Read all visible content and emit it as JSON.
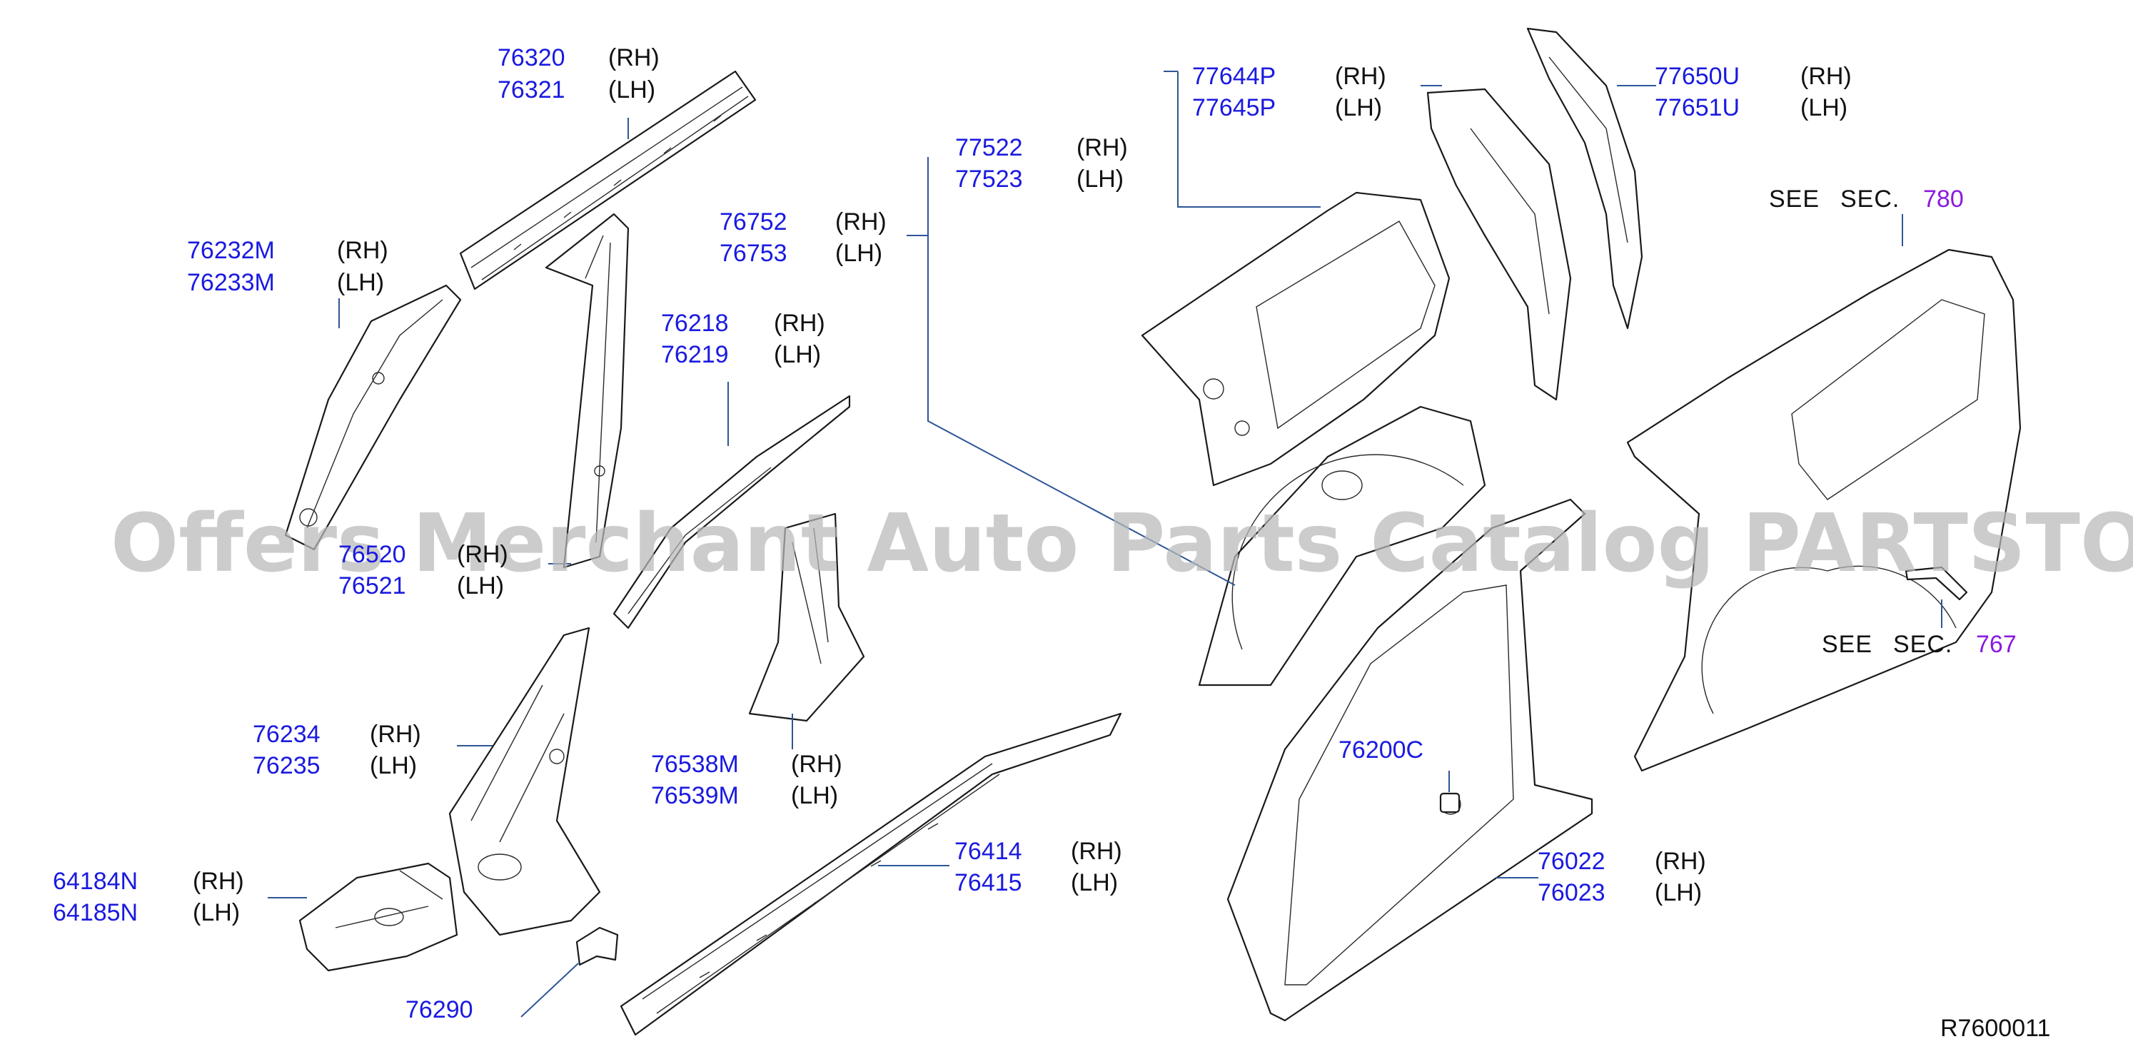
{
  "diagram": {
    "watermark": "Offers Merchant Auto Parts Catalog PARTSTORE.SA",
    "reference_code": "R7600011",
    "colors": {
      "part_number": "#1a1ae0",
      "section_number": "#8a1ae0",
      "leader": "#2f5597",
      "outline": "#1a1a1a"
    },
    "callouts": [
      {
        "id": "76320",
        "rh": "76320",
        "lh": "76321",
        "rh_tag": "(RH)",
        "lh_tag": "(LH)"
      },
      {
        "id": "76232M",
        "rh": "76232M",
        "lh": "76233M",
        "rh_tag": "(RH)",
        "lh_tag": "(LH)"
      },
      {
        "id": "76520",
        "rh": "76520",
        "lh": "76521",
        "rh_tag": "(RH)",
        "lh_tag": "(LH)"
      },
      {
        "id": "76752",
        "rh": "76752",
        "lh": "76753",
        "rh_tag": "(RH)",
        "lh_tag": "(LH)"
      },
      {
        "id": "76218",
        "rh": "76218",
        "lh": "76219",
        "rh_tag": "(RH)",
        "lh_tag": "(LH)"
      },
      {
        "id": "77522",
        "rh": "77522",
        "lh": "77523",
        "rh_tag": "(RH)",
        "lh_tag": "(LH)"
      },
      {
        "id": "77644P",
        "rh": "77644P",
        "lh": "77645P",
        "rh_tag": "(RH)",
        "lh_tag": "(LH)"
      },
      {
        "id": "77650U",
        "rh": "77650U",
        "lh": "77651U",
        "rh_tag": "(RH)",
        "lh_tag": "(LH)"
      },
      {
        "id": "76234",
        "rh": "76234",
        "lh": "76235",
        "rh_tag": "(RH)",
        "lh_tag": "(LH)"
      },
      {
        "id": "76538M",
        "rh": "76538M",
        "lh": "76539M",
        "rh_tag": "(RH)",
        "lh_tag": "(LH)"
      },
      {
        "id": "64184N",
        "rh": "64184N",
        "lh": "64185N",
        "rh_tag": "(RH)",
        "lh_tag": "(LH)"
      },
      {
        "id": "76414",
        "rh": "76414",
        "lh": "76415",
        "rh_tag": "(RH)",
        "lh_tag": "(LH)"
      },
      {
        "id": "76022",
        "rh": "76022",
        "lh": "76023",
        "rh_tag": "(RH)",
        "lh_tag": "(LH)"
      }
    ],
    "singles": {
      "p76290": "76290",
      "p76200c": "76200C"
    },
    "see_sections": [
      {
        "see": "SEE",
        "sec": "SEC.",
        "num": "780"
      },
      {
        "see": "SEE",
        "sec": "SEC.",
        "num": "767"
      }
    ]
  }
}
